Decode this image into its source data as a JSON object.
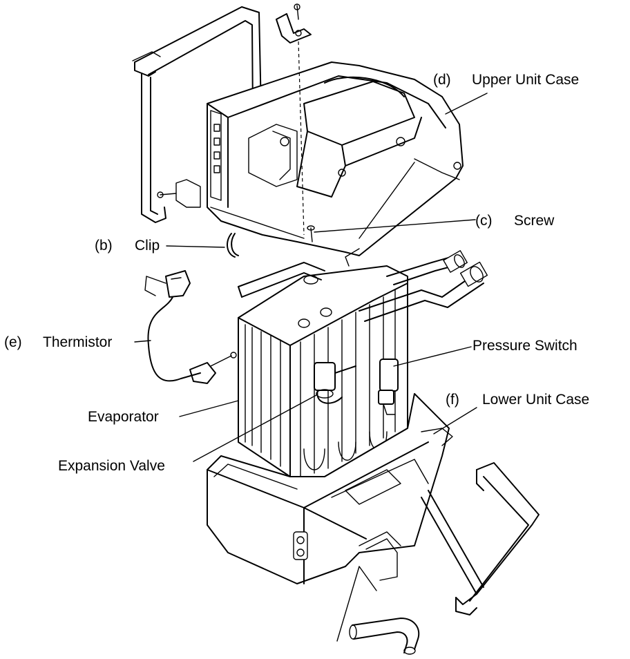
{
  "labels": {
    "upper_unit_case": {
      "letter": "(d)",
      "name": "Upper Unit Case"
    },
    "screw": {
      "letter": "(c)",
      "name": "Screw"
    },
    "clip": {
      "letter": "(b)",
      "name": "Clip"
    },
    "thermistor": {
      "letter": "(e)",
      "name": "Thermistor"
    },
    "pressure_switch": {
      "name": "Pressure Switch"
    },
    "lower_unit_case": {
      "letter": "(f)",
      "name": "Lower Unit Case"
    },
    "evaporator": {
      "name": "Evaporator"
    },
    "expansion_valve": {
      "name": "Expansion Valve"
    }
  }
}
